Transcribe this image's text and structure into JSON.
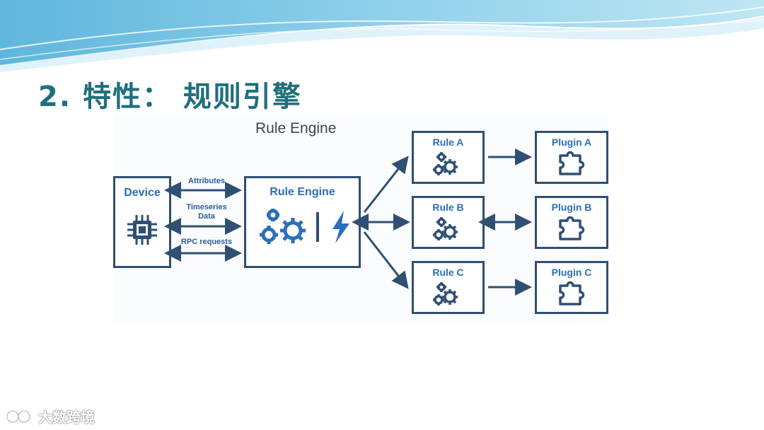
{
  "slide": {
    "title": "2. 特性： 规则引擎",
    "watermark": "大数跨境"
  },
  "diagram": {
    "caption": "Rule Engine",
    "device": {
      "label": "Device",
      "icon": "chip-icon"
    },
    "engine": {
      "label": "Rule Engine",
      "icons": [
        "gears-icon",
        "lightning-icon"
      ]
    },
    "links": [
      "Attributes",
      "Timeseries Data",
      "RPC requests"
    ],
    "rules": [
      {
        "label": "Rule A",
        "icon": "gears-icon"
      },
      {
        "label": "Rule B",
        "icon": "gears-icon"
      },
      {
        "label": "Rule C",
        "icon": "gears-icon"
      }
    ],
    "plugins": [
      {
        "label": "Plugin A",
        "icon": "puzzle-icon"
      },
      {
        "label": "Plugin B",
        "icon": "puzzle-icon"
      },
      {
        "label": "Plugin C",
        "icon": "puzzle-icon"
      }
    ]
  },
  "colors": {
    "box_border": "#2f4f73",
    "label_blue": "#2a6fba",
    "title_teal": "#1f6f7c",
    "wave": "#7fc4e3"
  }
}
